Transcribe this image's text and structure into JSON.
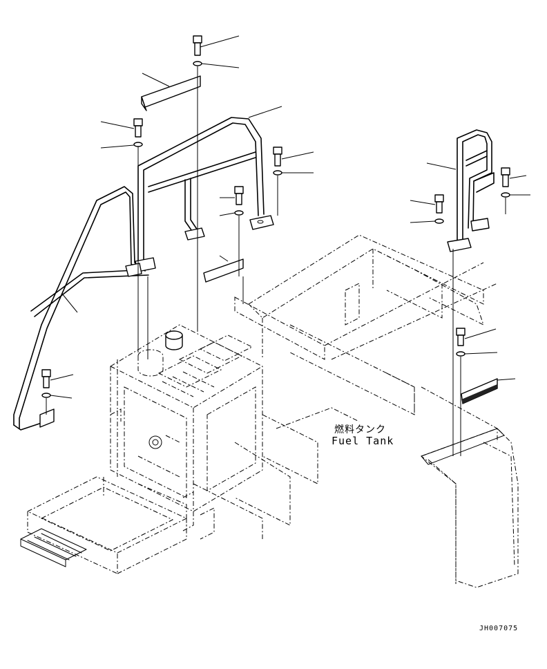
{
  "labels": {
    "fuel_tank_jp": "燃料タンク",
    "fuel_tank_en": "Fuel Tank",
    "drawing_code": "JH007075"
  }
}
